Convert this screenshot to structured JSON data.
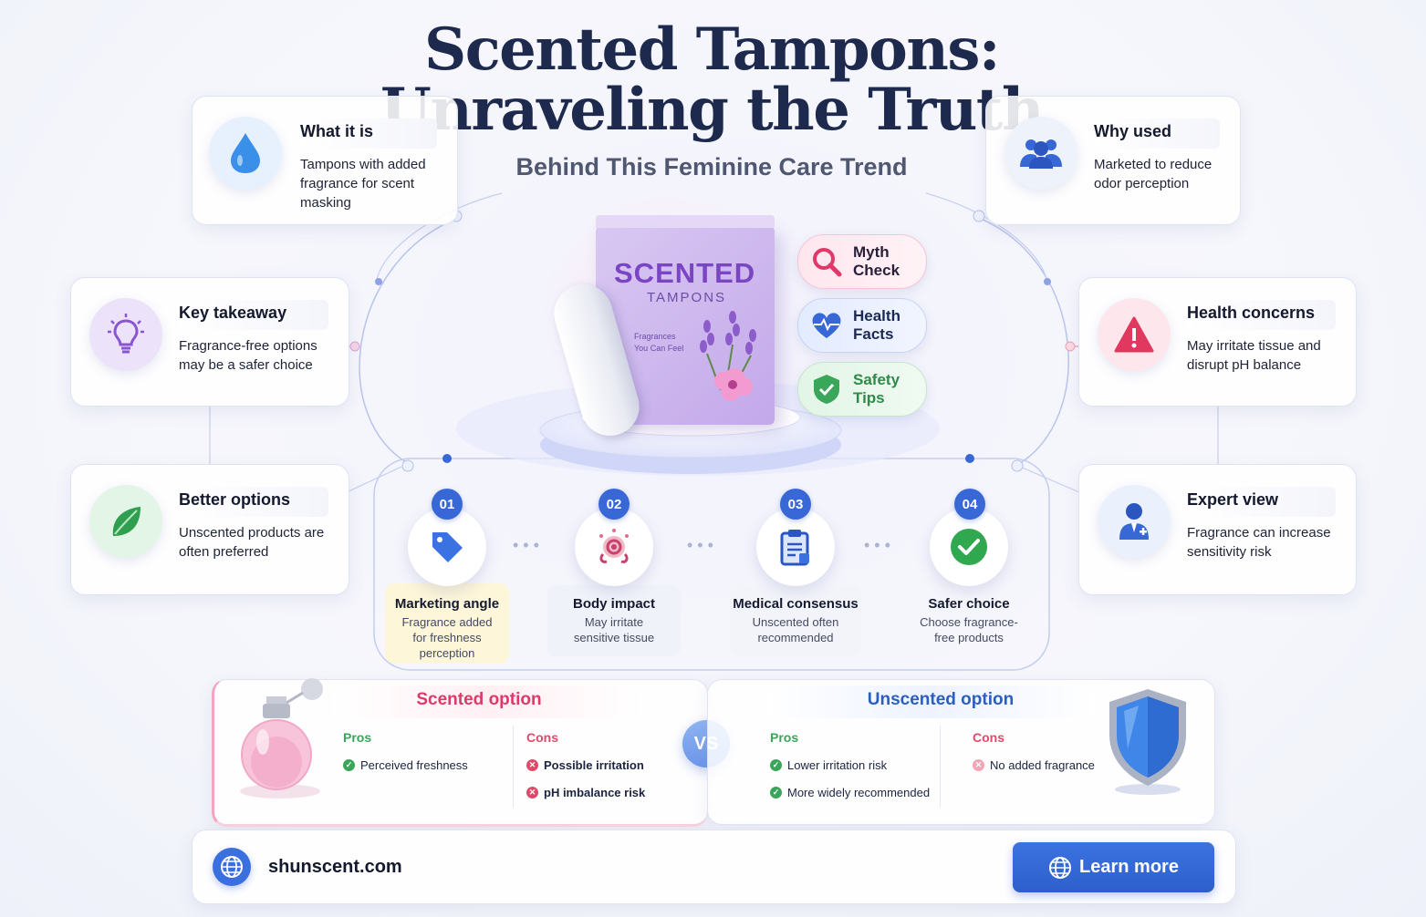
{
  "title_line1": "Scented Tampons:",
  "title_line2": "Unraveling the Truth",
  "subtitle": "Behind This Feminine Care Trend",
  "cards": {
    "what": {
      "title": "What it is",
      "text": "Tampons with added fragrance for scent masking"
    },
    "why": {
      "title": "Why used",
      "text": "Marketed to reduce odor perception"
    },
    "takeaway": {
      "title": "Key takeaway",
      "text": "Fragrance-free options may be a safer choice"
    },
    "health": {
      "title": "Health concerns",
      "text": "May irritate tissue and disrupt pH balance"
    },
    "better": {
      "title": "Better options",
      "text": "Unscented products are often preferred"
    },
    "expert": {
      "title": "Expert view",
      "text": "Fragrance can increase sensitivity risk"
    }
  },
  "box": {
    "brand": "SCENTED",
    "sub": "TAMPONS",
    "small1": "Fragrances",
    "small2": "You Can Feel"
  },
  "pills": {
    "myth": "Myth Check",
    "health": "Health Facts",
    "safety": "Safety Tips"
  },
  "steps": [
    {
      "num": "01",
      "title": "Marketing angle",
      "desc": "Fragrance added for freshness perception"
    },
    {
      "num": "02",
      "title": "Body impact",
      "desc": "May irritate sensitive tissue"
    },
    {
      "num": "03",
      "title": "Medical consensus",
      "desc": "Unscented often recommended"
    },
    {
      "num": "04",
      "title": "Safer choice",
      "desc": "Choose fragrance-free products"
    }
  ],
  "compare": {
    "scented": {
      "heading": "Scented option",
      "pros_label": "Pros",
      "pros": [
        "Perceived freshness"
      ],
      "cons_label": "Cons",
      "cons": [
        "Possible irritation",
        "pH imbalance risk"
      ]
    },
    "vs": "VS",
    "unscented": {
      "heading": "Unscented option",
      "pros_label": "Pros",
      "pros": [
        "Lower irritation risk",
        "More widely recommended"
      ],
      "cons_label": "Cons",
      "cons": [
        "No added fragrance"
      ]
    }
  },
  "footer": {
    "site": "shunscent.com",
    "button": "Learn more"
  },
  "colors": {
    "accent_blue": "#3867d6",
    "scented_pink": "#e0386a",
    "unscented_blue": "#2b5fbf",
    "pros_green": "#3aa65a",
    "cons_red": "#e04a6a"
  }
}
